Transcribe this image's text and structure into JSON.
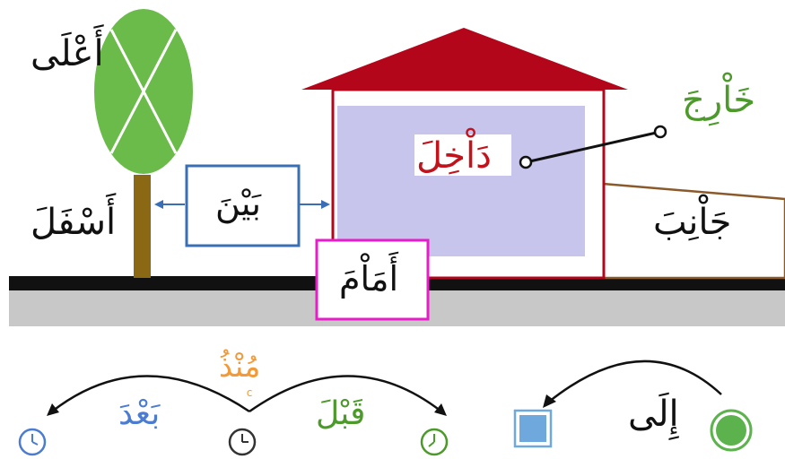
{
  "labels": {
    "above": "أَعْلَى",
    "below": "أَسْفَلَ",
    "between": "بَيْنَ",
    "inside": "دَاْخِلَ",
    "outside": "خَاْرِجَ",
    "beside": "جَاْنِبَ",
    "front": "أَمَاْمَ",
    "since": "مُنْذُ",
    "after": "بَعْدَ",
    "before": "قَبْلَ",
    "to": "إِلَى"
  },
  "colors": {
    "tree_crown": "#6BBB4B",
    "trunk": "#8B6914",
    "roof": "#B4061B",
    "house_inner": "#C8C5EC",
    "between_border": "#3A6FB5",
    "front_border": "#E81CC8",
    "road": "#111111",
    "sidewalk": "#C8C8C8",
    "inside_text": "#C2121C",
    "outside_text": "#4C9A2A",
    "since_text": "#F29A3A",
    "after_text": "#4B7CCF",
    "before_text": "#4C9A2A",
    "square": "#6FA8DC",
    "dot": "#5CB24D"
  },
  "icons": [
    "tree",
    "house",
    "road",
    "arrow-left-right",
    "clock-icon",
    "square-icon",
    "circle-dot-icon"
  ]
}
